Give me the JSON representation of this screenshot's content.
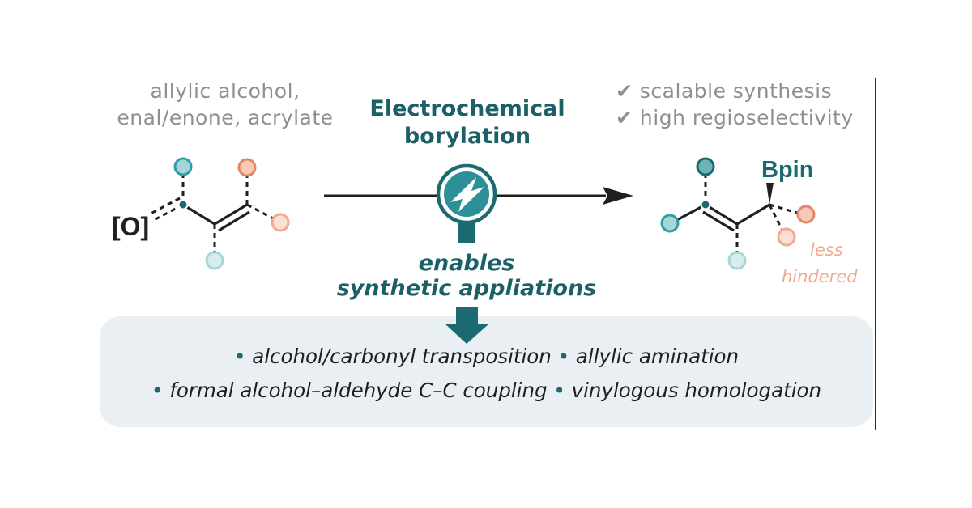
{
  "substrate_label": {
    "line1": "allylic alcohol,",
    "line2": "enal/enone, acrylate"
  },
  "title": {
    "line1": "Electrochemical",
    "line2": "borylation"
  },
  "features": {
    "check_glyph": "✔",
    "line1": "scalable synthesis",
    "line2": "high regioselectivity"
  },
  "oxidant_label": "[O]",
  "boron_label": "Bpin",
  "less_hindered": {
    "line1": "less",
    "line2": "hindered"
  },
  "enables": {
    "line1": "enables",
    "line2": "synthetic appliations"
  },
  "applications": {
    "bullet_glyph": "•",
    "row1": [
      "alcohol/carbonyl transposition",
      "allylic amination"
    ],
    "row2": [
      "formal alcohol–aldehyde C–C coupling",
      "vinylogous homologation"
    ]
  },
  "icons": [
    "electrode-lightning-icon",
    "down-arrow-icon",
    "reaction-arrow-icon"
  ],
  "colors": {
    "teal_dark": "#1b5f67",
    "teal": "#2d9ea6",
    "teal_light": "#a8d6d8",
    "salmon": "#e0876a",
    "salmon_light": "#f2b7a1",
    "panel_bg": "#e9eff2",
    "gray_text": "#8f8f8f"
  }
}
